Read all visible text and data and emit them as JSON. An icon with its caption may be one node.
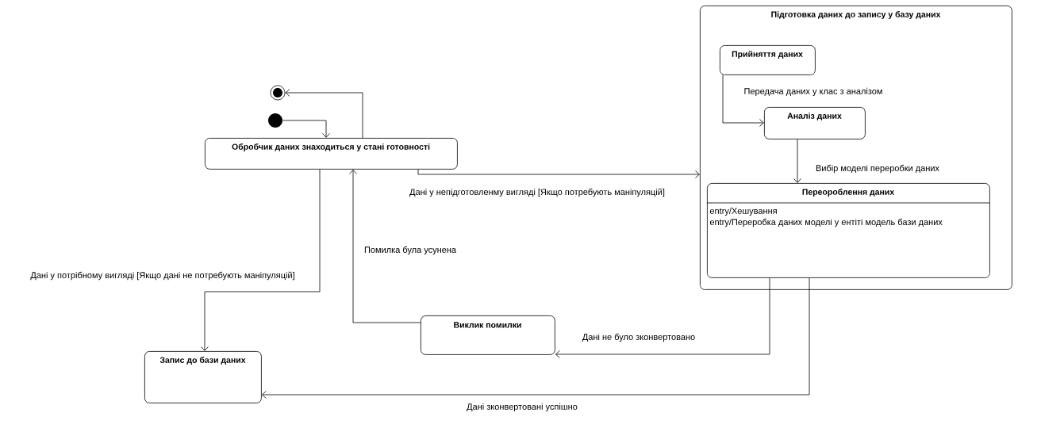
{
  "diagram": {
    "nodes": [
      {
        "text": [],
        "shape": "circle"
      },
      {
        "text": [],
        "shape": "circle"
      },
      {
        "text": [
          "Обробчик даних знаходиться у стані готовності"
        ]
      },
      {
        "text": [
          "Підготовка даних до запису у базу даних"
        ]
      },
      {
        "text": [
          "Прийняття даних"
        ],
        "in": 3
      },
      {
        "text": [
          "Аналіз даних"
        ],
        "in": 3
      },
      {
        "text": [
          "Переороблення даних",
          "entry/Хешування",
          "entry/Переробка даних моделі у ентіті модель бази даних"
        ],
        "in": 3
      },
      {
        "text": [
          "Виклик помилки"
        ]
      },
      {
        "text": [
          "Запис до бази даних"
        ]
      }
    ],
    "edges": [
      {
        "from": 1,
        "to": 2,
        "arrow": "to"
      },
      {
        "from": 2,
        "to": 0,
        "arrow": "to"
      },
      {
        "from": 2,
        "to": 3,
        "arrow": "to",
        "label": "Дані у непідготовленму вигляді [Якщо потребують маніпуляцій]"
      },
      {
        "from": 2,
        "to": 8,
        "arrow": "to",
        "label": "Дані у потрібному вигляді [Якщо дані не потребують маніпуляцій]"
      },
      {
        "from": 7,
        "to": 2,
        "arrow": "to",
        "label": "Помилка була усунена"
      },
      {
        "from": 4,
        "to": 5,
        "arrow": "to",
        "label": "Передача даних у клас з аналізом"
      },
      {
        "from": 5,
        "to": 6,
        "arrow": "to",
        "label": "Вибір моделі переробки даних"
      },
      {
        "from": 6,
        "to": 7,
        "arrow": "to",
        "label": "Дані не було зконвертовано"
      },
      {
        "from": 6,
        "to": 8,
        "arrow": "to",
        "label": "Дані зконвертовані успішно"
      }
    ]
  }
}
